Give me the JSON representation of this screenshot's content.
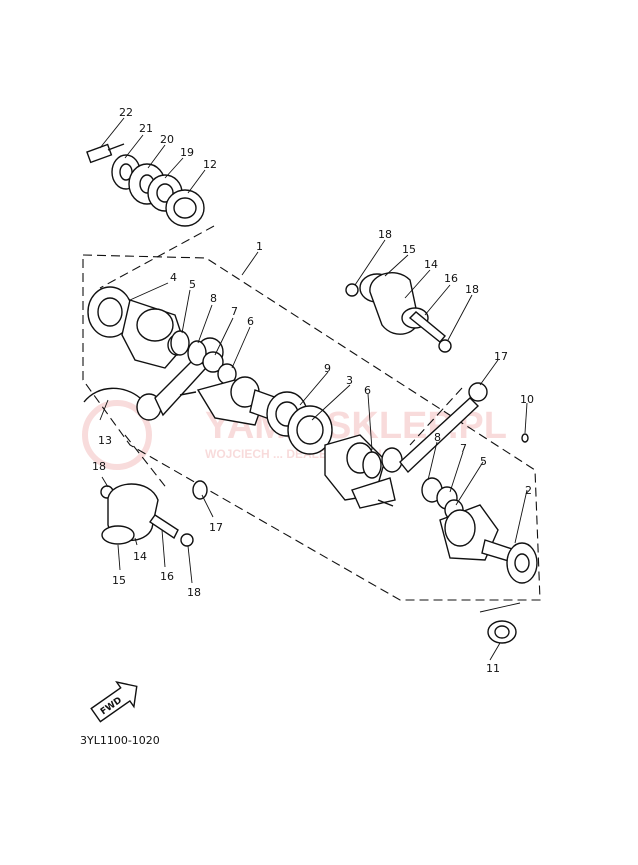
{
  "callouts": [
    {
      "id": "c22",
      "text": "22"
    },
    {
      "id": "c21",
      "text": "21"
    },
    {
      "id": "c20",
      "text": "20"
    },
    {
      "id": "c19",
      "text": "19"
    },
    {
      "id": "c12",
      "text": "12"
    },
    {
      "id": "c1",
      "text": "1"
    },
    {
      "id": "c4",
      "text": "4"
    },
    {
      "id": "c5a",
      "text": "5"
    },
    {
      "id": "c8a",
      "text": "8"
    },
    {
      "id": "c7a",
      "text": "7"
    },
    {
      "id": "c6a",
      "text": "6"
    },
    {
      "id": "c13",
      "text": "13"
    },
    {
      "id": "c18a",
      "text": "18"
    },
    {
      "id": "c14a",
      "text": "14"
    },
    {
      "id": "c15a",
      "text": "15"
    },
    {
      "id": "c16a",
      "text": "16"
    },
    {
      "id": "c18b",
      "text": "18"
    },
    {
      "id": "c17a",
      "text": "17"
    },
    {
      "id": "c9",
      "text": "9"
    },
    {
      "id": "c3",
      "text": "3"
    },
    {
      "id": "c6b",
      "text": "6"
    },
    {
      "id": "c8b",
      "text": "8"
    },
    {
      "id": "c7b",
      "text": "7"
    },
    {
      "id": "c5b",
      "text": "5"
    },
    {
      "id": "c2",
      "text": "2"
    },
    {
      "id": "c10",
      "text": "10"
    },
    {
      "id": "c17b",
      "text": "17"
    },
    {
      "id": "c11",
      "text": "11"
    },
    {
      "id": "c18c",
      "text": "18"
    },
    {
      "id": "c15b",
      "text": "15"
    },
    {
      "id": "c14b",
      "text": "14"
    },
    {
      "id": "c16b",
      "text": "16"
    },
    {
      "id": "c18d",
      "text": "18"
    }
  ],
  "fwd_label": "FWD",
  "diagram_code": "3YL1100-1020",
  "watermark": {
    "main": "YAMA-SKLEP.PL",
    "sub": "WOJCIECH ... DEALER YAMAHA",
    "color": "#e06060"
  }
}
